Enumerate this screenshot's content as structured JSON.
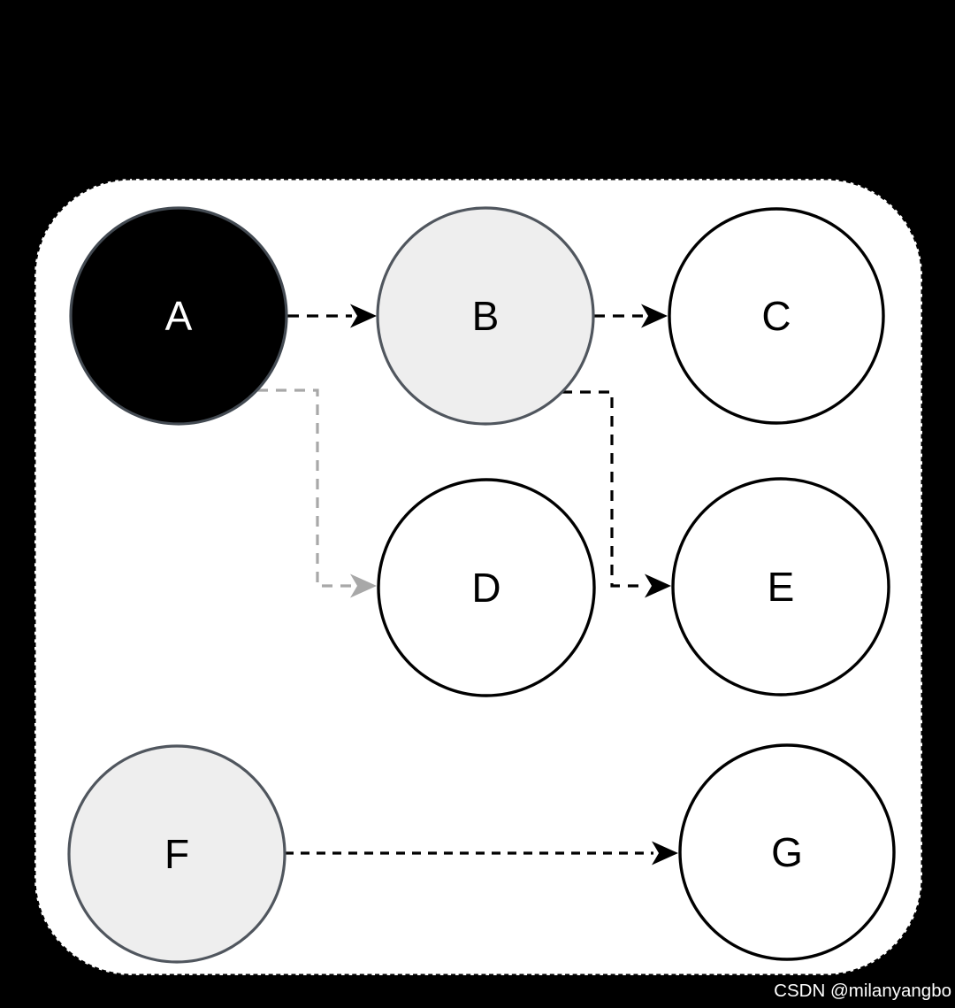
{
  "canvas": {
    "background": "#000000"
  },
  "panel": {
    "fill": "#ffffff",
    "stroke": "#000000"
  },
  "diagram": {
    "type": "graph",
    "nodes": [
      {
        "id": "A",
        "label": "A",
        "fill": "#000000",
        "stroke": "#434a52",
        "label_color": "#ffffff"
      },
      {
        "id": "B",
        "label": "B",
        "fill": "#eeeeee",
        "stroke": "#50565e",
        "label_color": "#000000"
      },
      {
        "id": "C",
        "label": "C",
        "fill": "#ffffff",
        "stroke": "#000000",
        "label_color": "#000000"
      },
      {
        "id": "D",
        "label": "D",
        "fill": "#ffffff",
        "stroke": "#000000",
        "label_color": "#000000"
      },
      {
        "id": "E",
        "label": "E",
        "fill": "#ffffff",
        "stroke": "#000000",
        "label_color": "#000000"
      },
      {
        "id": "F",
        "label": "F",
        "fill": "#eeeeee",
        "stroke": "#50565e",
        "label_color": "#000000"
      },
      {
        "id": "G",
        "label": "G",
        "fill": "#ffffff",
        "stroke": "#000000",
        "label_color": "#000000"
      }
    ],
    "edges": [
      {
        "from": "A",
        "to": "B",
        "color": "#000000",
        "style": "dashed"
      },
      {
        "from": "B",
        "to": "C",
        "color": "#000000",
        "style": "dashed"
      },
      {
        "from": "A",
        "to": "D",
        "color": "#a8a8a8",
        "style": "dashed"
      },
      {
        "from": "B",
        "to": "E",
        "color": "#000000",
        "style": "dashed"
      },
      {
        "from": "F",
        "to": "G",
        "color": "#000000",
        "style": "dashed"
      }
    ]
  },
  "watermark": {
    "text": "CSDN @milanyangbo",
    "color": "#ffffff"
  }
}
